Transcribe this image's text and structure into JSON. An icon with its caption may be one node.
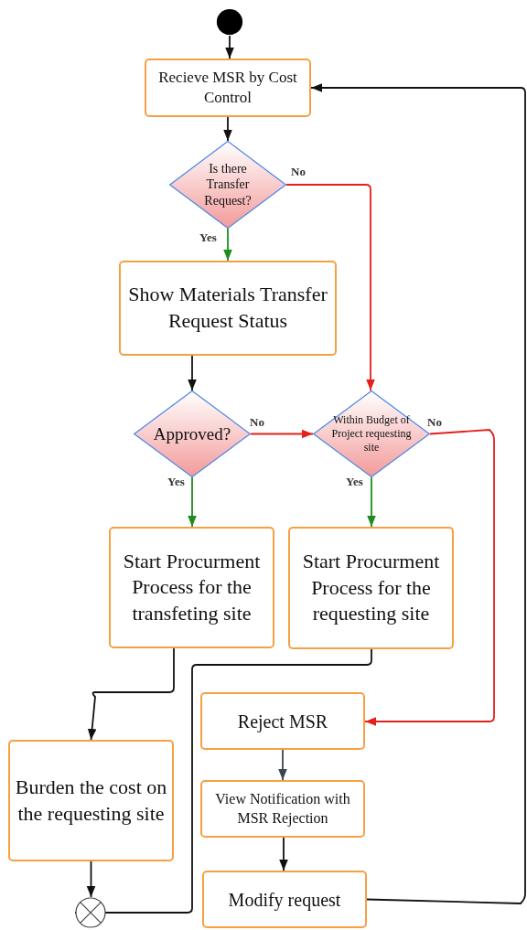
{
  "diagram": {
    "nodes": [
      {
        "text": [],
        "shape": "circle"
      },
      {
        "text": [
          "Recieve MSR by Cost Control"
        ]
      },
      {
        "text": [
          "Is there Transfer Request?"
        ]
      },
      {
        "text": [
          "Show Materials Transfer Request Status"
        ]
      },
      {
        "text": [
          "Approved?"
        ]
      },
      {
        "text": [
          "Within Budget of Project requesting site"
        ]
      },
      {
        "text": [
          "Start Procurment Process for the transfeting site"
        ]
      },
      {
        "text": [
          "Start Procurment Process for the requesting site"
        ]
      },
      {
        "text": [
          "Reject MSR"
        ]
      },
      {
        "text": [
          "View Notification with MSR Rejection"
        ]
      },
      {
        "text": [
          "Modify request"
        ]
      },
      {
        "text": [
          "Burden the cost on the requesting site"
        ]
      },
      {
        "text": [],
        "shape": "circle"
      }
    ],
    "edges": [
      {
        "from": 0,
        "to": 1,
        "arrow": "to"
      },
      {
        "from": 1,
        "to": 2,
        "arrow": "to"
      },
      {
        "from": 2,
        "to": 3,
        "arrow": "to",
        "label": "Yes",
        "color": "#1e8c1e"
      },
      {
        "from": 2,
        "to": 5,
        "arrow": "to",
        "label": "No",
        "color": "#e3201c"
      },
      {
        "from": 3,
        "to": 4,
        "arrow": "to"
      },
      {
        "from": 4,
        "to": 6,
        "arrow": "to",
        "label": "Yes",
        "color": "#1e8c1e"
      },
      {
        "from": 4,
        "to": 5,
        "arrow": "to",
        "label": "No",
        "color": "#e3201c"
      },
      {
        "from": 5,
        "to": 7,
        "arrow": "to",
        "label": "Yes",
        "color": "#1e8c1e"
      },
      {
        "from": 5,
        "to": 8,
        "arrow": "to",
        "label": "No",
        "color": "#e3201c"
      },
      {
        "from": 6,
        "to": 11,
        "arrow": "to"
      },
      {
        "from": 7,
        "to": 12,
        "arrow": "to"
      },
      {
        "from": 8,
        "to": 9,
        "arrow": "to",
        "color": "#3c4650"
      },
      {
        "from": 9,
        "to": 10,
        "arrow": "to"
      },
      {
        "from": 10,
        "to": 1,
        "arrow": "to"
      },
      {
        "from": 11,
        "to": 12,
        "arrow": "to"
      }
    ]
  }
}
